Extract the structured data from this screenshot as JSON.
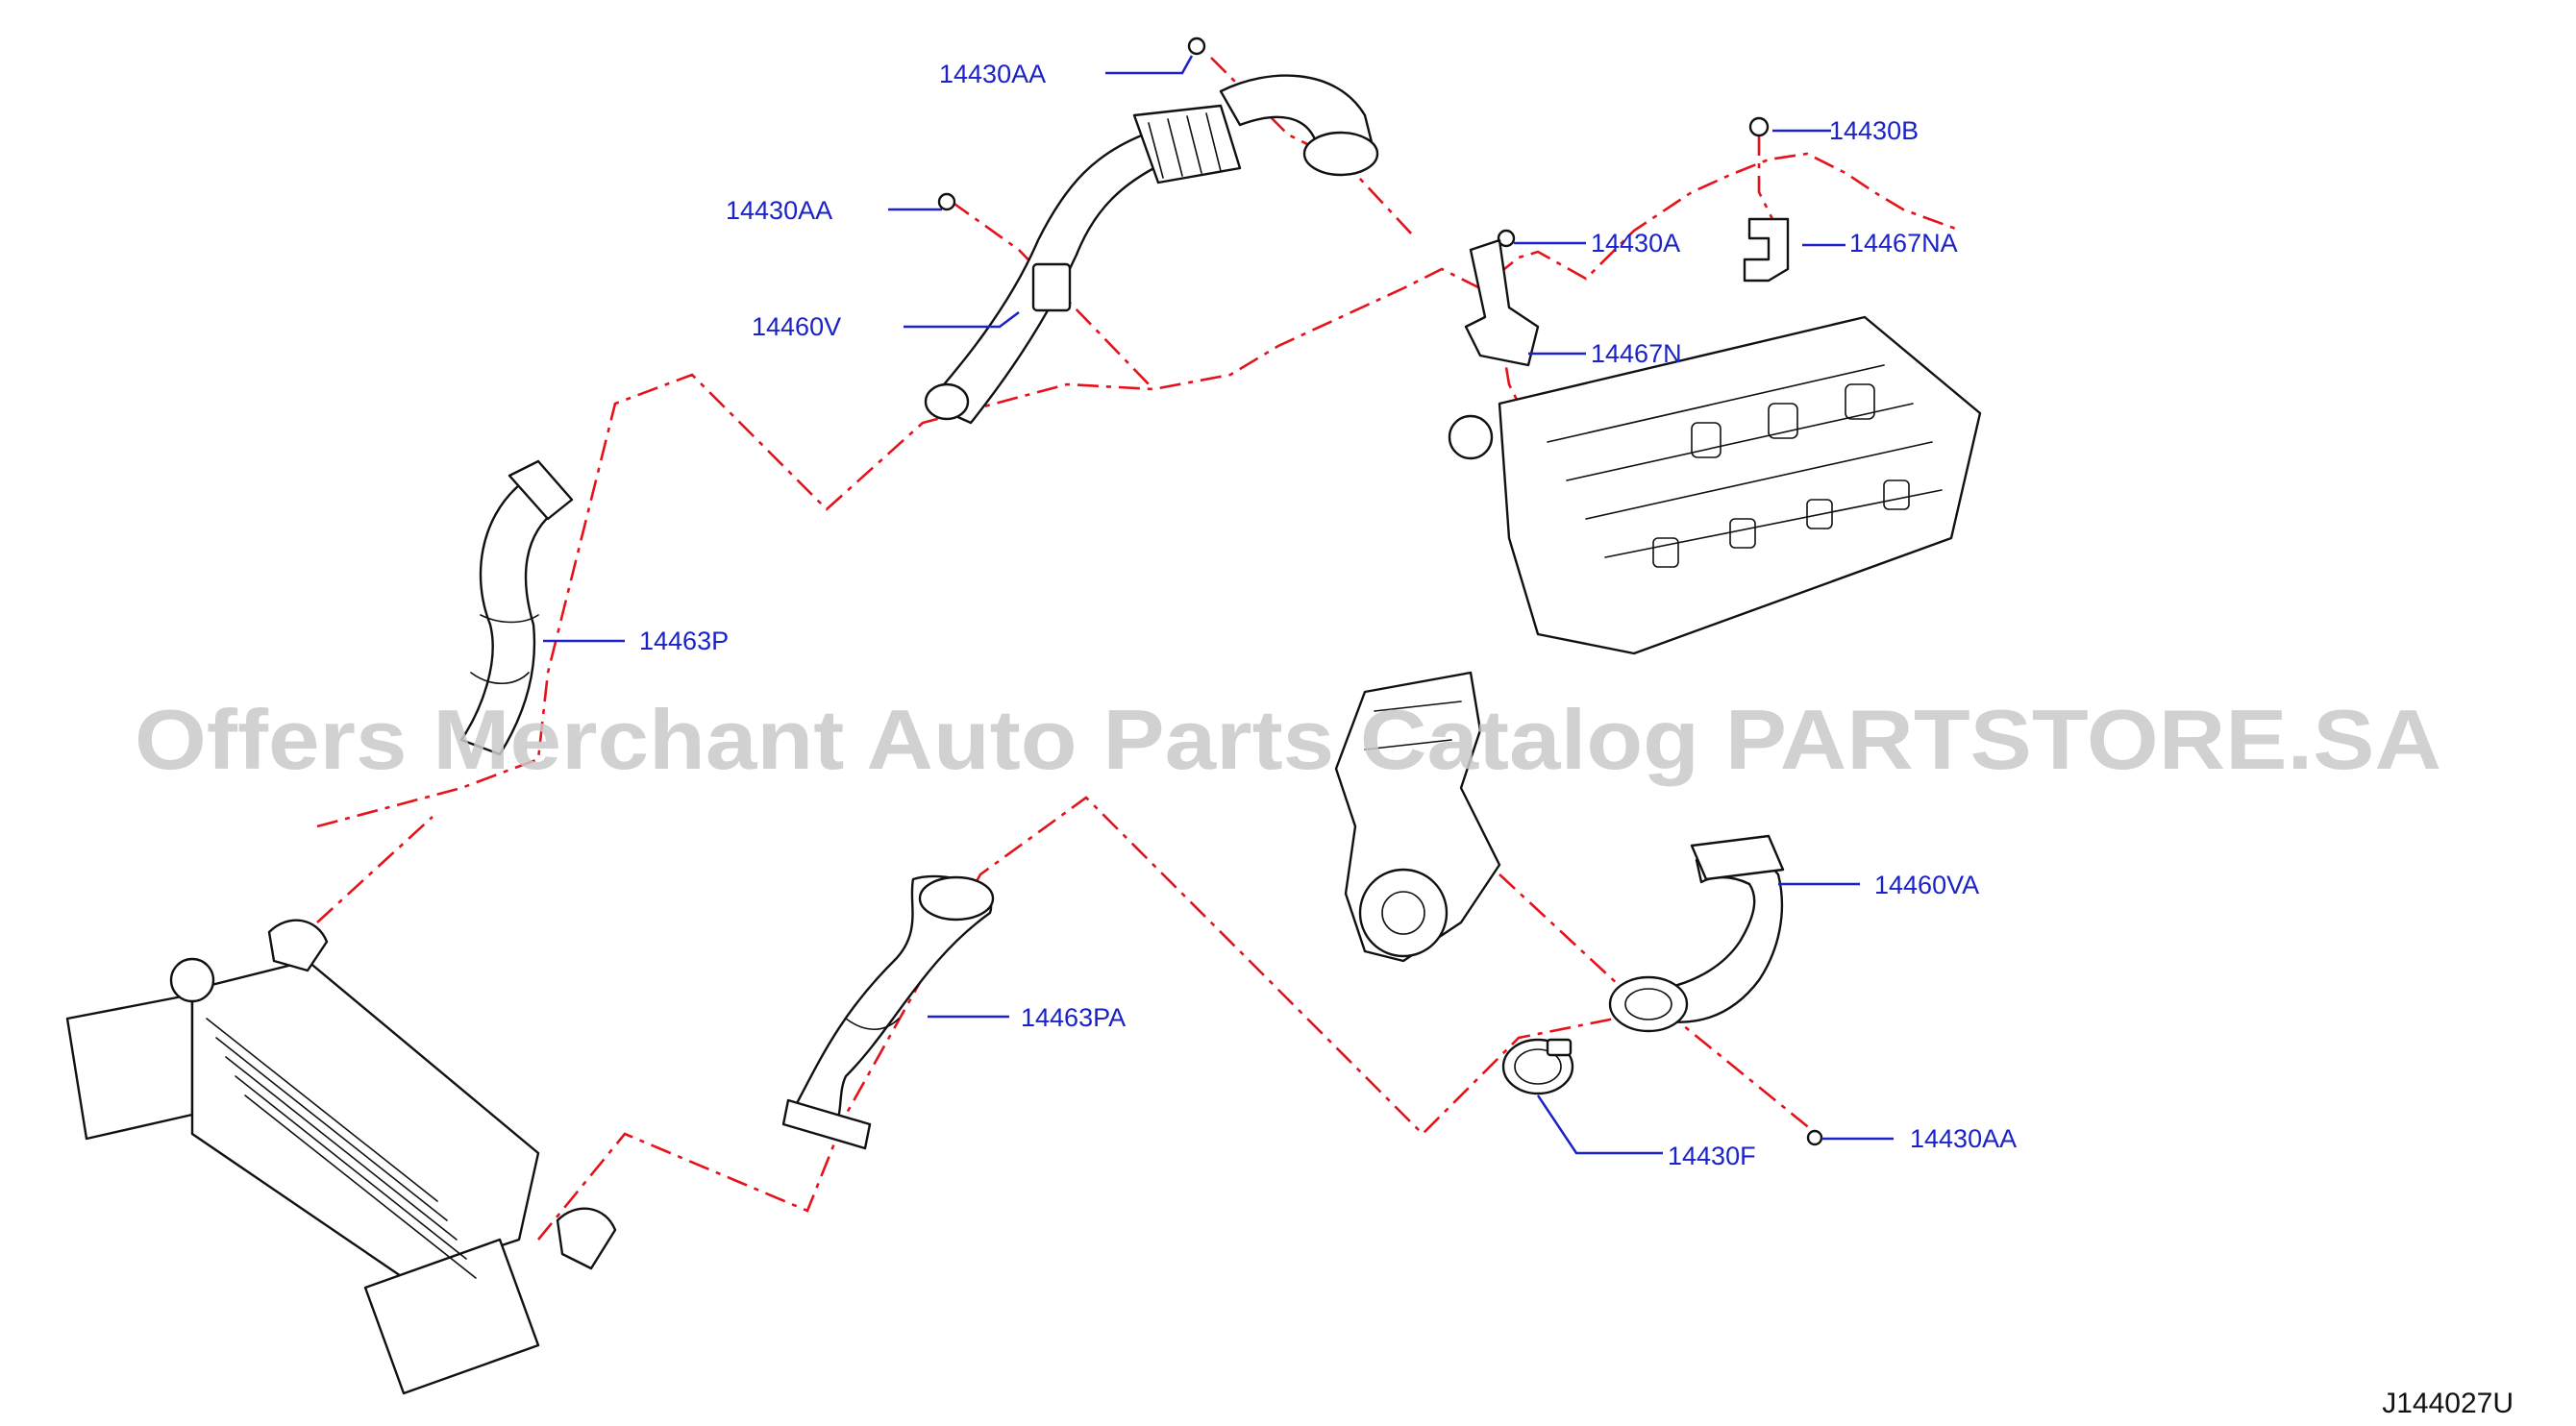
{
  "labels": [
    {
      "id": "l1",
      "text": "14430AA"
    },
    {
      "id": "l2",
      "text": "14430AA"
    },
    {
      "id": "l3",
      "text": "14460V"
    },
    {
      "id": "l4",
      "text": "14430B"
    },
    {
      "id": "l5",
      "text": "14467NA"
    },
    {
      "id": "l6",
      "text": "14430A"
    },
    {
      "id": "l7",
      "text": "14467N"
    },
    {
      "id": "l8",
      "text": "14463P"
    },
    {
      "id": "l9",
      "text": "14460VA"
    },
    {
      "id": "l10",
      "text": "14463PA"
    },
    {
      "id": "l11",
      "text": "14430AA"
    },
    {
      "id": "l12",
      "text": "14430F"
    }
  ],
  "watermark": "Offers Merchant Auto Parts Catalog PARTSTORE.SA",
  "diagram_code": "J144027U"
}
